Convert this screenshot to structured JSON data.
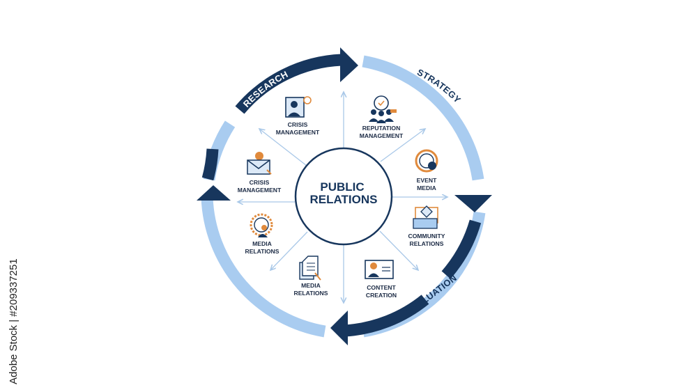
{
  "colors": {
    "dark_blue": "#17365d",
    "light_blue": "#a9ccf0",
    "orange": "#e08a3c",
    "arrow_blue": "#a9c8e8"
  },
  "center": {
    "line1": "PUBLIC",
    "line2": "RELATIONS"
  },
  "cycle": {
    "research": "RESEARCH",
    "strategy": "STRATEGY",
    "evaluation": "EVALUATION"
  },
  "items": [
    {
      "id": "crisis-top",
      "icon": "crisis-management-icon",
      "line1": "CRISIS",
      "line2": "MANAGEMENT"
    },
    {
      "id": "reputation",
      "icon": "reputation-management-icon",
      "line1": "REPUTATION",
      "line2": "MANAGEMENT"
    },
    {
      "id": "event-media",
      "icon": "event-media-icon",
      "line1": "EVENT",
      "line2": "MEDIA"
    },
    {
      "id": "community",
      "icon": "community-relations-icon",
      "line1": "COMMUNITY",
      "line2": "RELATIONS"
    },
    {
      "id": "content",
      "icon": "content-creation-icon",
      "line1": "CONTENT",
      "line2": "CREATION"
    },
    {
      "id": "media-bottom",
      "icon": "media-relations-document-icon",
      "line1": "MEDIA",
      "line2": "RELATIONS"
    },
    {
      "id": "media-left",
      "icon": "media-relations-badge-icon",
      "line1": "MEDIA",
      "line2": "RELATIONS"
    },
    {
      "id": "crisis-left",
      "icon": "crisis-management-envelope-icon",
      "line1": "CRISIS",
      "line2": "MANAGEMENT"
    }
  ],
  "watermark": "Adobe Stock | #209337251"
}
